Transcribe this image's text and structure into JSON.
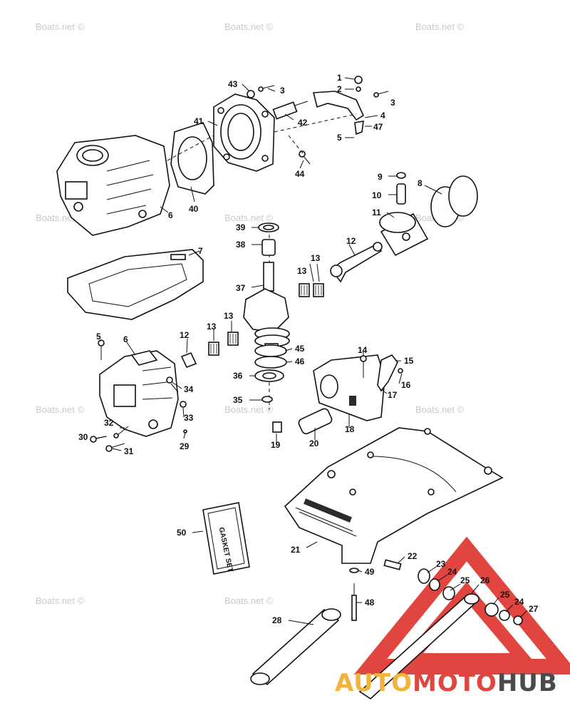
{
  "watermark": "Boats.net ©",
  "gasket_set_label": "GASKET SET",
  "logo": {
    "part1": "AUTO",
    "part2": "MOTO",
    "part3": "HUB",
    "colors": {
      "auto": "#f3b23a",
      "moto": "#e0463f",
      "hub": "#4a4a4a",
      "triangle": "#e0463f"
    }
  },
  "callouts": {
    "c1": "1",
    "c2": "2",
    "c3a": "3",
    "c3b": "3",
    "c4": "4",
    "c5a": "5",
    "c5b": "5",
    "c6a": "6",
    "c6b": "6",
    "c7": "7",
    "c8": "8",
    "c9": "9",
    "c10": "10",
    "c11": "11",
    "c12a": "12",
    "c12b": "12",
    "c13a": "13",
    "c13b": "13",
    "c13c": "13",
    "c13d": "13",
    "c14": "14",
    "c15": "15",
    "c16": "16",
    "c17": "17",
    "c18": "18",
    "c19": "19",
    "c20": "20",
    "c21": "21",
    "c22": "22",
    "c23": "23",
    "c24a": "24",
    "c24b": "24",
    "c25a": "25",
    "c25b": "25",
    "c26": "26",
    "c27": "27",
    "c28": "28",
    "c29": "29",
    "c30": "30",
    "c31": "31",
    "c32": "32",
    "c33": "33",
    "c34": "34",
    "c35": "35",
    "c36": "36",
    "c37": "37",
    "c38": "38",
    "c39": "39",
    "c40": "40",
    "c41": "41",
    "c42": "42",
    "c43": "43",
    "c44": "44",
    "c45": "45",
    "c46": "46",
    "c47": "47",
    "c48": "48",
    "c49": "49",
    "c50": "50"
  }
}
